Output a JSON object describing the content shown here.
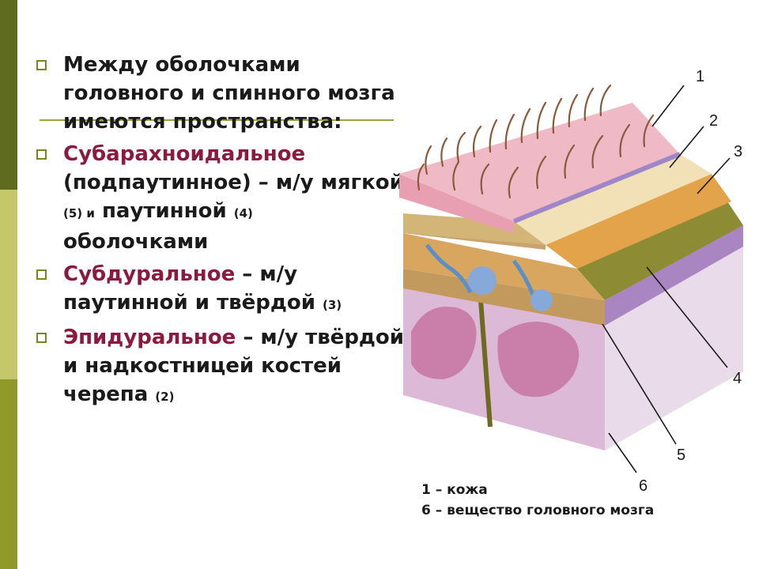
{
  "bullets": [
    {
      "text_before": "Между оболочками головного и спинного мозга имеются пространства:"
    },
    {
      "term": "Субарахноидальное",
      "rest_1": " (подпаутинное) – м/у мягкой ",
      "n1": "(5)",
      "conj": " и",
      "rest_2": " паутинной ",
      "n2": "(4)",
      "rest_3": " оболочками"
    },
    {
      "term": "Субдуральное",
      "rest_1": " – м/у паутинной и твёрдой ",
      "n1": "(3)"
    },
    {
      "term": "Эпидуральное",
      "rest_1": " – м/у твёрдой и надкостницей костей черепа ",
      "n1": "(2)"
    }
  ],
  "diagram": {
    "labels": [
      "1",
      "2",
      "3",
      "4",
      "5",
      "6"
    ]
  },
  "legend": {
    "line1": "1 – кожа",
    "line2": "6 – вещество головного мозга"
  },
  "colors": {
    "term": "#8b1a3f",
    "bar_dark": "#5f6c1f",
    "bar_light": "#c4c86a",
    "bar_mid": "#8f9a2b"
  }
}
